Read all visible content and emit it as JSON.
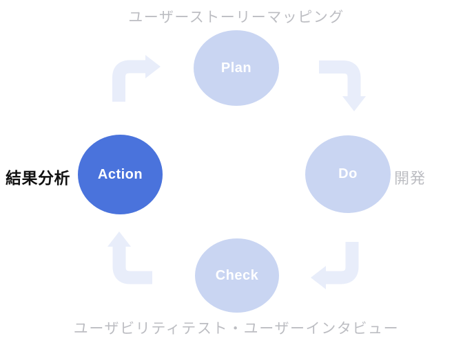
{
  "colors": {
    "circle_light": "#C9D5F2",
    "circle_active": "#4A73DC",
    "circle_text": "#FFFFFF",
    "arrow": "#E8EDFA",
    "caption_gray": "#BCBDC2",
    "label_black": "#111111",
    "background": "#FFFFFF"
  },
  "diagram": {
    "type": "cycle",
    "top_caption": "ユーザーストーリーマッピング",
    "bottom_caption": "ユーザビリティテスト・ユーザーインタビュー",
    "left_label": "結果分析",
    "right_label": "開発",
    "nodes": [
      {
        "id": "plan",
        "label": "Plan",
        "state": "inactive"
      },
      {
        "id": "do",
        "label": "Do",
        "state": "inactive"
      },
      {
        "id": "check",
        "label": "Check",
        "state": "inactive"
      },
      {
        "id": "action",
        "label": "Action",
        "state": "active"
      }
    ],
    "arrows": [
      {
        "from": "action",
        "to": "plan"
      },
      {
        "from": "plan",
        "to": "do"
      },
      {
        "from": "do",
        "to": "check"
      },
      {
        "from": "check",
        "to": "action"
      }
    ]
  }
}
